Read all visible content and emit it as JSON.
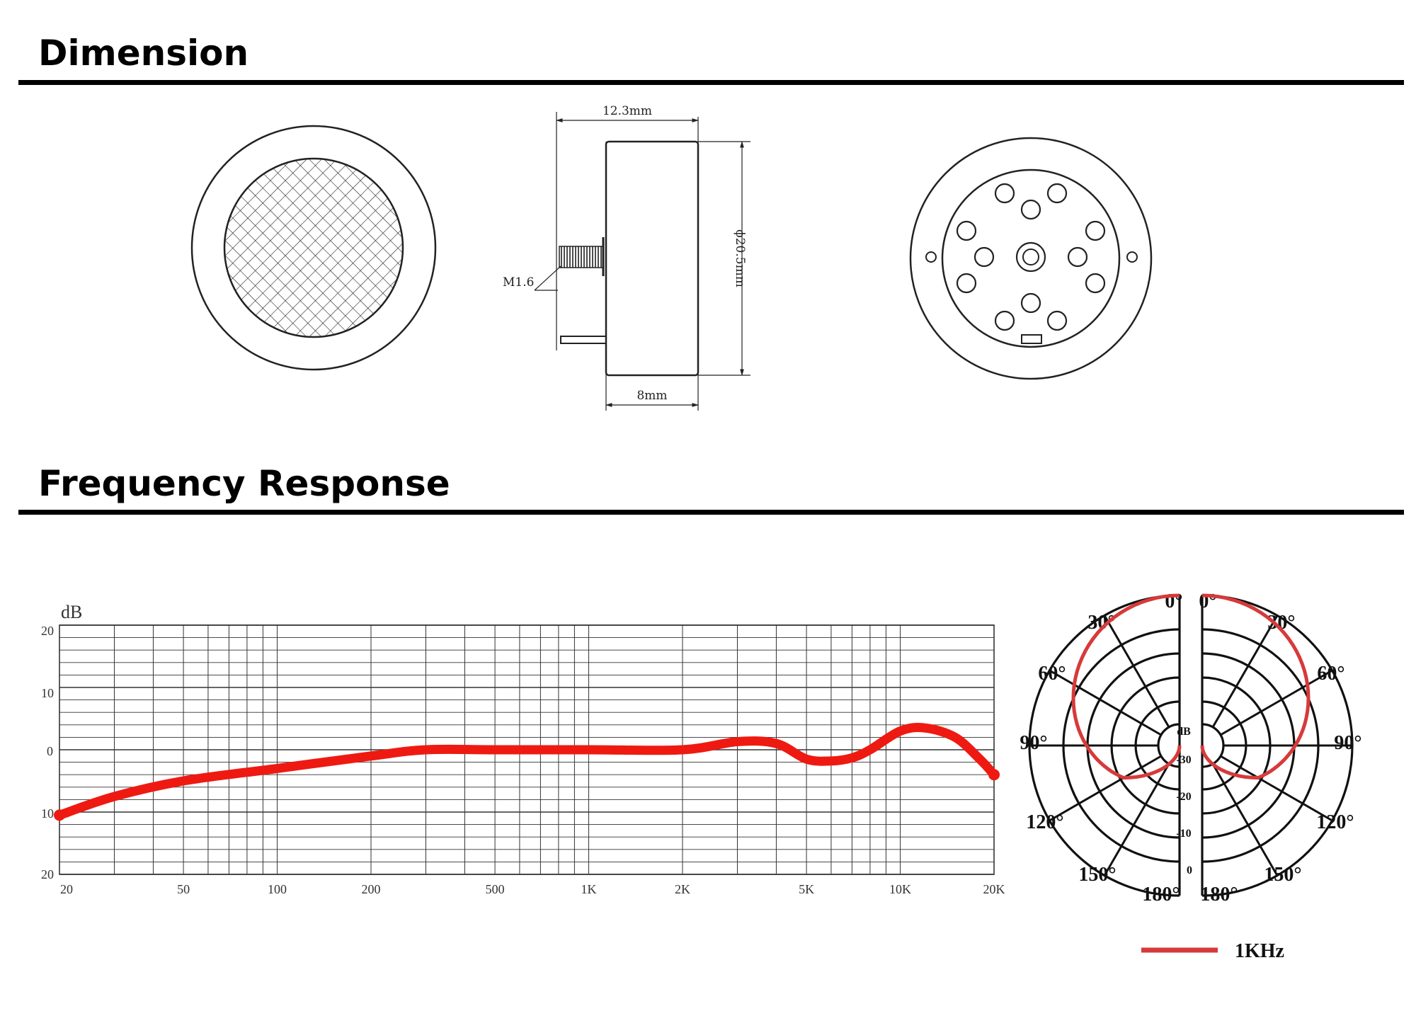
{
  "sections": {
    "dimension_title": "Dimension",
    "frequency_title": "Frequency Response"
  },
  "dimension_drawing": {
    "depth_total": "12.3mm",
    "depth_body": "8mm",
    "diameter": "ϕ20.5mm",
    "thread": "M1.6"
  },
  "frequency_chart": {
    "y_unit": "dB",
    "y_tick_labels": [
      "20",
      "10",
      "0",
      "10",
      "20"
    ],
    "x_tick_labels": [
      "20",
      "50",
      "100",
      "200",
      "500",
      "1K",
      "2K",
      "5K",
      "10K",
      "20K"
    ],
    "curve_color": "#ee1a12"
  },
  "chart_data": {
    "type": "line",
    "xlabel": "",
    "ylabel": "dB",
    "x_scale": "log",
    "xlim": [
      20,
      20000
    ],
    "ylim": [
      -20,
      20
    ],
    "grid": true,
    "series": [
      {
        "x": [
          20,
          30,
          50,
          100,
          200,
          300,
          500,
          1000,
          2000,
          3000,
          4000,
          5000,
          6000,
          7000,
          8000,
          10000,
          12000,
          15000,
          18000,
          20000
        ],
        "y": [
          -10.5,
          -7.5,
          -5,
          -3,
          -1,
          0,
          0,
          0,
          0,
          1.3,
          1,
          -1.5,
          -1.8,
          -1.3,
          0,
          3,
          3.5,
          2,
          -1.5,
          -4
        ]
      }
    ]
  },
  "polar_chart": {
    "angle_labels": {
      "a0": "0°",
      "a30": "30°",
      "a60": "60°",
      "a90": "90°",
      "a120": "120°",
      "a150": "150°",
      "a180": "180°"
    },
    "scale_unit": "dB",
    "scale_labels": [
      "-30",
      "-20",
      "-10",
      "0"
    ],
    "legend_label": "1KHz",
    "curve_color": "#d63a3a"
  }
}
